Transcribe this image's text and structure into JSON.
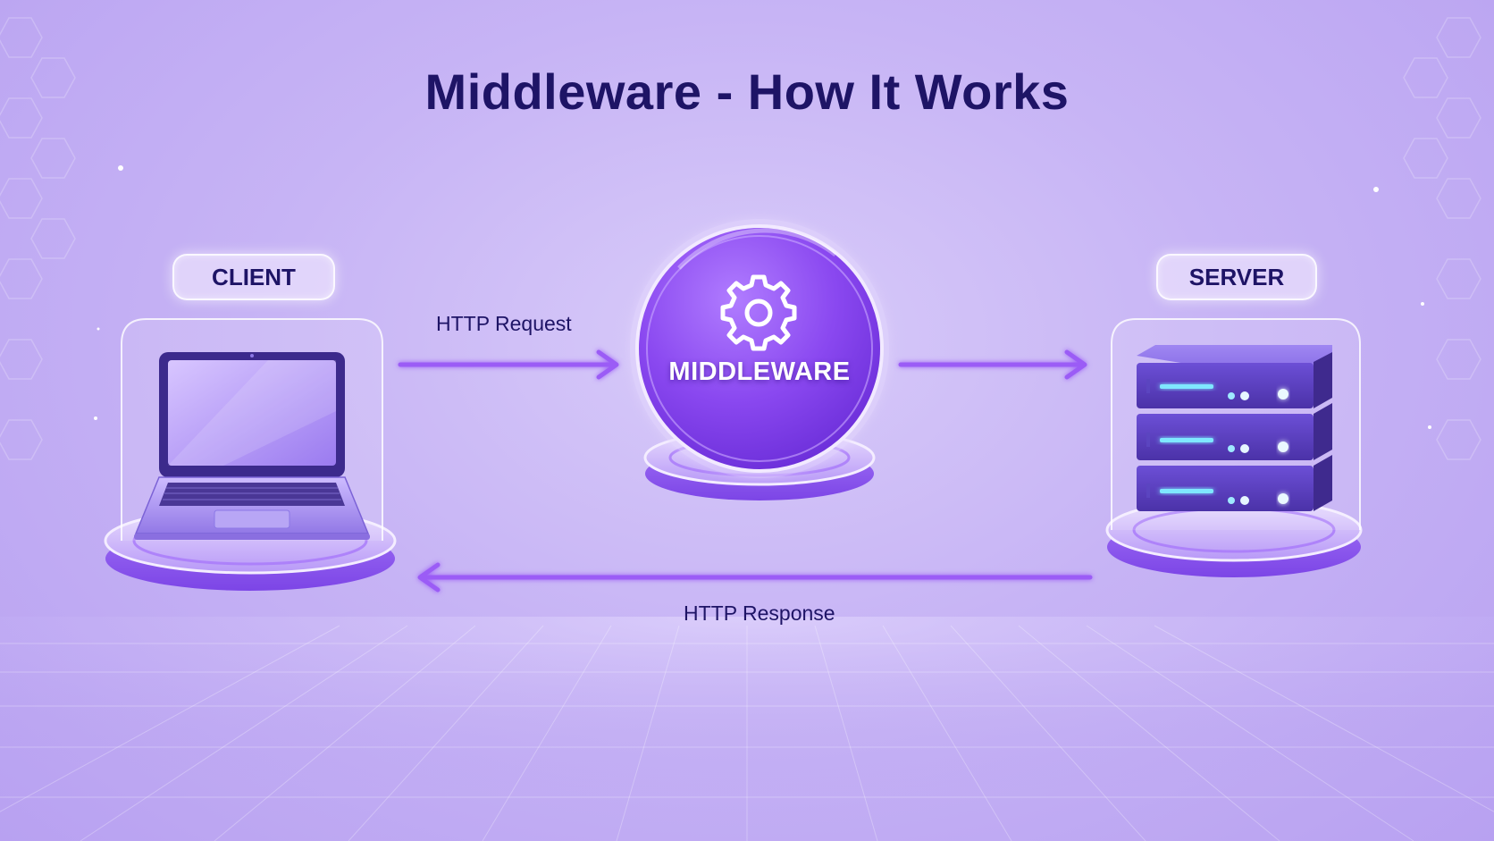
{
  "title": "Middleware - How It Works",
  "nodes": {
    "client": {
      "label": "CLIENT",
      "icon": "laptop-icon"
    },
    "middleware": {
      "label": "MIDDLEWARE",
      "icon": "gear-icon"
    },
    "server": {
      "label": "SERVER",
      "icon": "server-rack-icon"
    }
  },
  "edges": {
    "request": {
      "label": "HTTP Request",
      "from": "CLIENT",
      "to": "MIDDLEWARE"
    },
    "forward": {
      "label": "",
      "from": "MIDDLEWARE",
      "to": "SERVER"
    },
    "response": {
      "label": "HTTP Response",
      "from": "SERVER",
      "to": "CLIENT"
    }
  },
  "colors": {
    "background": "#c7b4f5",
    "title": "#1e1466",
    "accent": "#8b4ff0",
    "arrow": "#9b5cf6",
    "server_led": "#7fe7ff"
  }
}
